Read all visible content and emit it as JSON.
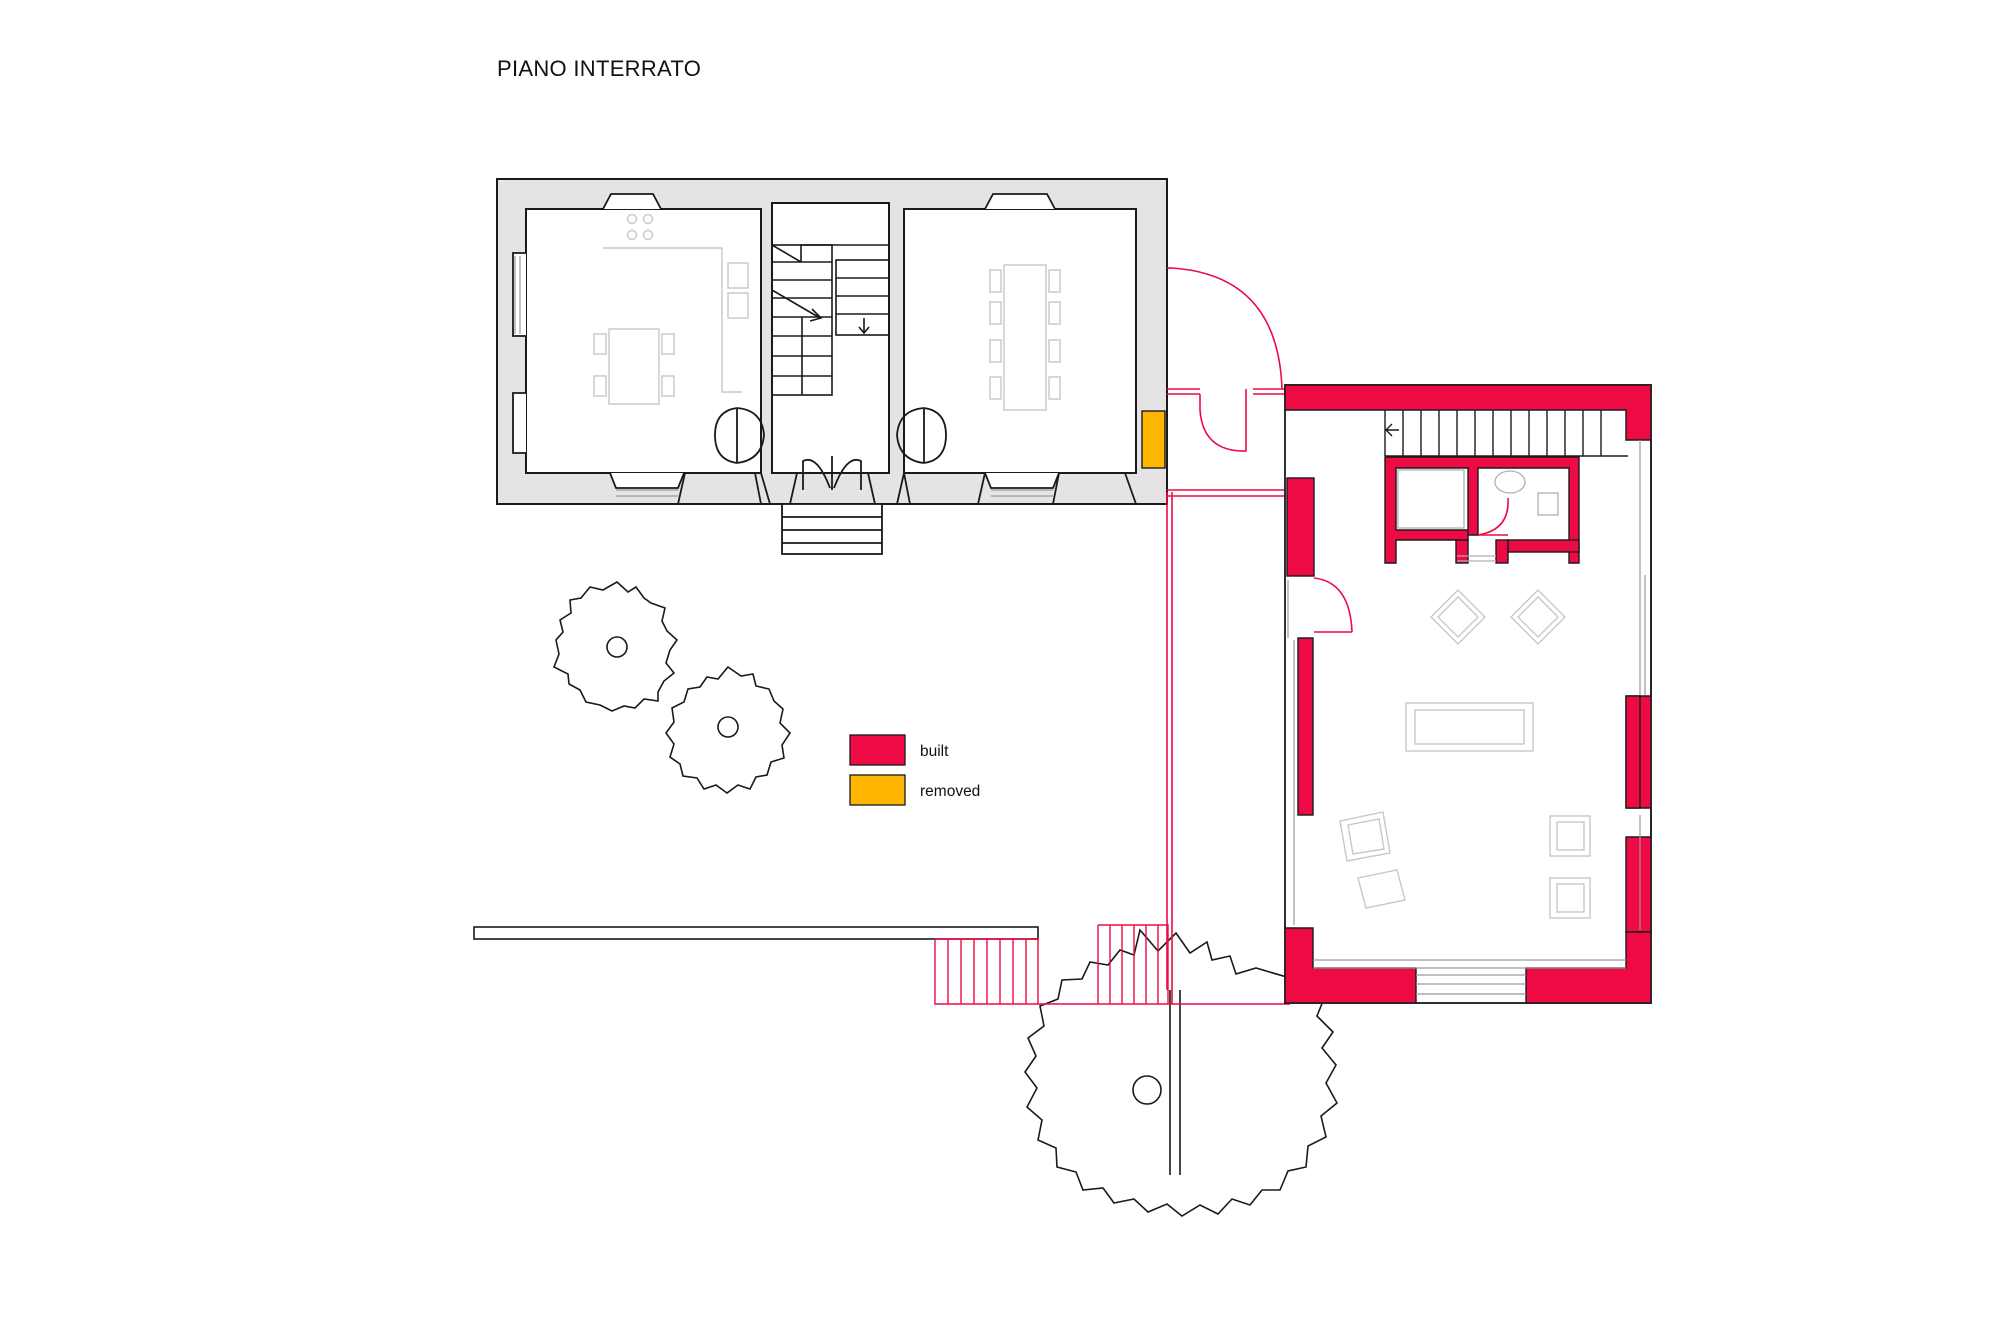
{
  "drawing": {
    "title": "PIANO INTERRATO"
  },
  "legend": {
    "items": [
      {
        "label": "built",
        "color": "#ee0a44"
      },
      {
        "label": "removed",
        "color": "#ffb600"
      }
    ]
  },
  "colors": {
    "existing_wall": "#e4e4e4",
    "outline": "#1a1a1a",
    "new_work": "#ee0a44",
    "furniture": "#c8c8c8"
  }
}
